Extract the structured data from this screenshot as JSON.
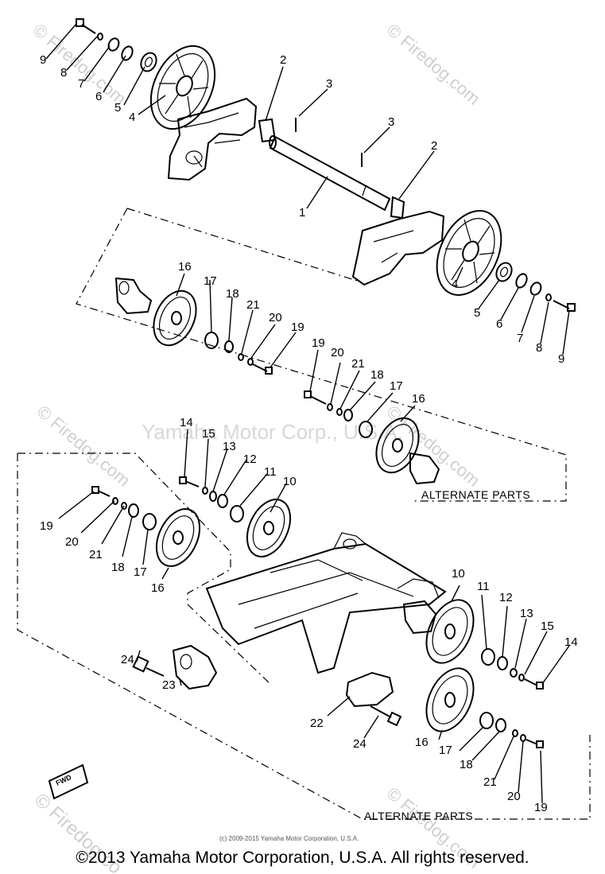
{
  "diagram": {
    "part_labels": [
      {
        "id": "p1",
        "text": "1"
      },
      {
        "id": "p2a",
        "text": "2"
      },
      {
        "id": "p2b",
        "text": "2"
      },
      {
        "id": "p3a",
        "text": "3"
      },
      {
        "id": "p3b",
        "text": "3"
      },
      {
        "id": "p4a",
        "text": "4"
      },
      {
        "id": "p5a",
        "text": "5"
      },
      {
        "id": "p6a",
        "text": "6"
      },
      {
        "id": "p7a",
        "text": "7"
      },
      {
        "id": "p8a",
        "text": "8"
      },
      {
        "id": "p9a",
        "text": "9"
      },
      {
        "id": "p4b",
        "text": "4"
      },
      {
        "id": "p5b",
        "text": "5"
      },
      {
        "id": "p6b",
        "text": "6"
      },
      {
        "id": "p7b",
        "text": "7"
      },
      {
        "id": "p8b",
        "text": "8"
      },
      {
        "id": "p9b",
        "text": "9"
      },
      {
        "id": "p16a",
        "text": "16"
      },
      {
        "id": "p17a",
        "text": "17"
      },
      {
        "id": "p18a",
        "text": "18"
      },
      {
        "id": "p21a",
        "text": "21"
      },
      {
        "id": "p20a",
        "text": "20"
      },
      {
        "id": "p19a",
        "text": "19"
      },
      {
        "id": "p19b",
        "text": "19"
      },
      {
        "id": "p20b",
        "text": "20"
      },
      {
        "id": "p21b",
        "text": "21"
      },
      {
        "id": "p18b",
        "text": "18"
      },
      {
        "id": "p17b",
        "text": "17"
      },
      {
        "id": "p16b",
        "text": "16"
      },
      {
        "id": "p14a",
        "text": "14"
      },
      {
        "id": "p15a",
        "text": "15"
      },
      {
        "id": "p13a",
        "text": "13"
      },
      {
        "id": "p12a",
        "text": "12"
      },
      {
        "id": "p11a",
        "text": "11"
      },
      {
        "id": "p10a",
        "text": "10"
      },
      {
        "id": "p19c",
        "text": "19"
      },
      {
        "id": "p20c",
        "text": "20"
      },
      {
        "id": "p21c",
        "text": "21"
      },
      {
        "id": "p18c",
        "text": "18"
      },
      {
        "id": "p17c",
        "text": "17"
      },
      {
        "id": "p16c",
        "text": "16"
      },
      {
        "id": "p24a",
        "text": "24"
      },
      {
        "id": "p23",
        "text": "23"
      },
      {
        "id": "p10b",
        "text": "10"
      },
      {
        "id": "p11b",
        "text": "11"
      },
      {
        "id": "p12b",
        "text": "12"
      },
      {
        "id": "p13b",
        "text": "13"
      },
      {
        "id": "p15b",
        "text": "15"
      },
      {
        "id": "p14b",
        "text": "14"
      },
      {
        "id": "p22",
        "text": "22"
      },
      {
        "id": "p24b",
        "text": "24"
      },
      {
        "id": "p16d",
        "text": "16"
      },
      {
        "id": "p17d",
        "text": "17"
      },
      {
        "id": "p18d",
        "text": "18"
      },
      {
        "id": "p21d",
        "text": "21"
      },
      {
        "id": "p20d",
        "text": "20"
      },
      {
        "id": "p19d",
        "text": "19"
      }
    ],
    "alternate_parts_label_1": "ALTERNATE PARTS",
    "alternate_parts_label_2": "ALTERNATE PARTS",
    "fwd_marker": "FWD",
    "small_credit": "(c) 2009-2015 Yamaha Motor Corporation, U.S.A.",
    "center_watermark": "Yamaha Motor Corp., U.S.A.",
    "site_watermark": "© Firedog.com",
    "corner_watermark": "© Firedog.co",
    "copyright": "©2013 Yamaha Motor Corporation, U.S.A. All rights reserved."
  }
}
